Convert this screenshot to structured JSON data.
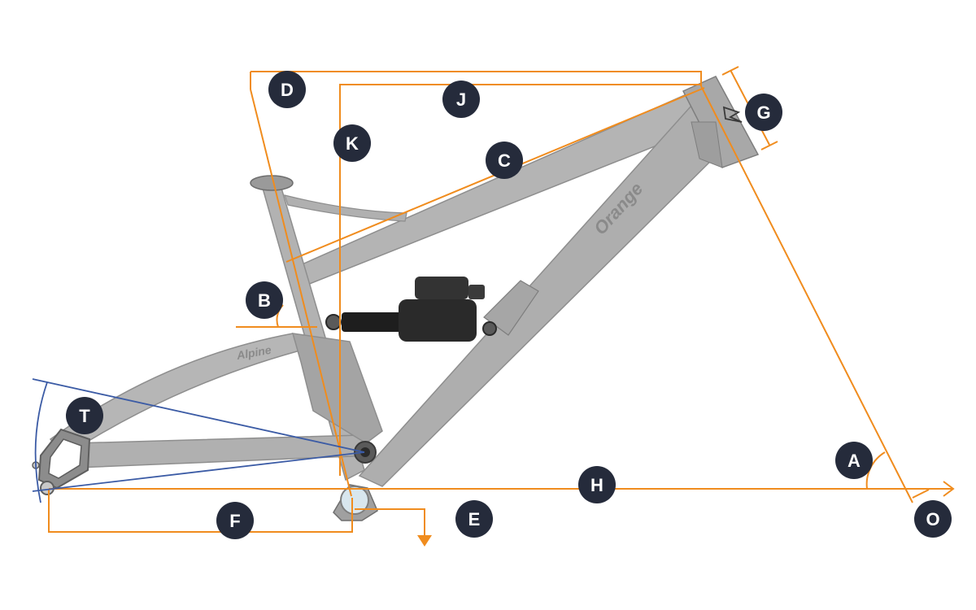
{
  "colors": {
    "dimension_line": "#F08C1E",
    "trail_line": "#3B5BA5",
    "badge_fill": "#252B3B",
    "badge_text": "#FFFFFF",
    "frame_fill": "#B4B4B4",
    "frame_edge": "#8E8E8E",
    "shock_body": "#1E1E1E",
    "background": "#FFFFFF"
  },
  "labels": {
    "A": "A",
    "B": "B",
    "C": "C",
    "D": "D",
    "E": "E",
    "F": "F",
    "G": "G",
    "H": "H",
    "J": "J",
    "K": "K",
    "O": "O",
    "T": "T"
  },
  "frame_branding": {
    "downtube_logo": "Orange",
    "stay_logo": "Alpine"
  },
  "icons": {
    "headtube_badge": "orange-brand-emblem-icon",
    "shock": "rear-shock-icon",
    "arrow": "arrow-down-icon"
  }
}
